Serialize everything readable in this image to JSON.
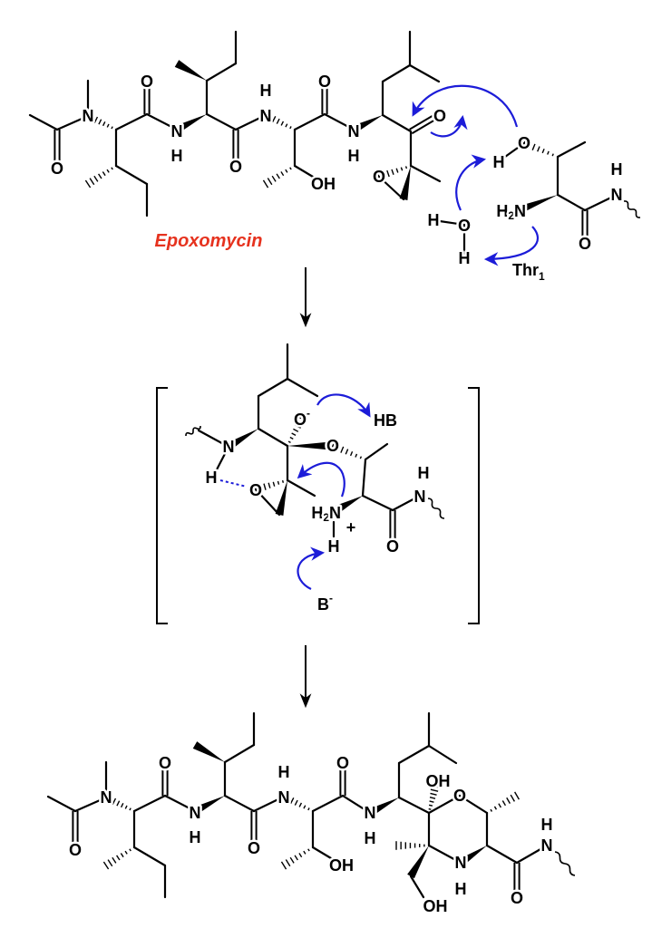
{
  "title_label": "Epoxomycin",
  "residue_label": {
    "text": "Thr",
    "subscript": "1"
  },
  "atoms": {
    "O": "O",
    "N": "N",
    "H": "H",
    "OH": "OH",
    "two": "2"
  },
  "intermediate": {
    "base_protonated": "HB",
    "base": "B",
    "charge_neg": "-",
    "charge_pos": "+"
  },
  "colors": {
    "bond": "#000000",
    "arrow": "#1c1cd8",
    "title": "#e6321e"
  }
}
